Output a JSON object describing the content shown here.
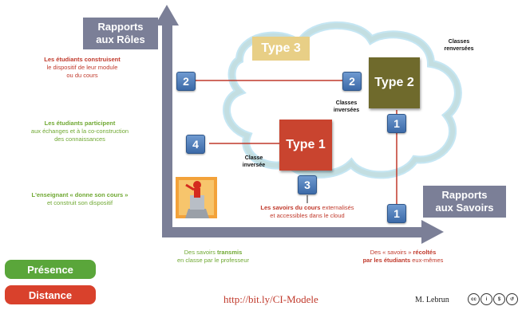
{
  "axes": {
    "roles": "Rapports\naux Rôles",
    "savoirs": "Rapports\naux Savoirs"
  },
  "left_labels": {
    "top": {
      "line1": "Les étudiants construisent",
      "line2": "le dispositif de leur module",
      "line3": "ou du cours"
    },
    "middle": {
      "line1": "Les étudiants participent",
      "line2": "aux échanges et à la co-construction",
      "line3": "des connaissances"
    },
    "bottom": {
      "line1": "L'enseignant « donne son cours »",
      "line2": "et construit son dispositif"
    }
  },
  "bottom_labels": {
    "left": {
      "pre": "Des savoirs ",
      "strong": "transmis",
      "line2": "en classe par le professeur"
    },
    "right": {
      "pre": "Des « savoirs » ",
      "strong": "récoltés",
      "line2_strong": "par les étudiants",
      "line2_rest": " eux-mêmes"
    }
  },
  "center_note": {
    "strong": "Les savoirs du cours",
    "rest": " externalisés",
    "line2": "et accessibles dans le cloud"
  },
  "types": {
    "type1": "Type 1",
    "type2": "Type 2",
    "type3": "Type 3"
  },
  "captions": {
    "classe_inversee": "Classe\ninversée",
    "classes_inversees": "Classes\ninversées",
    "classes_renversees": "Classes\nrenversées"
  },
  "numbers": {
    "n2_left": "2",
    "n2_right": "2",
    "n4": "4",
    "n3": "3",
    "n1_top": "1",
    "n1_bottom": "1"
  },
  "legend": {
    "presence": "Présence",
    "distance": "Distance"
  },
  "footer": {
    "url": "http://bit.ly/CI-Modele",
    "author": "M. Lebrun",
    "license_icons": [
      "cc-icon",
      "by-icon",
      "nc-icon",
      "sa-icon"
    ]
  },
  "colors": {
    "axis": "#7b7f97",
    "type1": "#c9442f",
    "type2": "#6f6a2c",
    "type3": "#e8cf86",
    "presence": "#5aa63a",
    "distance": "#d9412c",
    "cloud_stroke": "#e8b24a",
    "cloud_inner": "#bfe3f2"
  }
}
